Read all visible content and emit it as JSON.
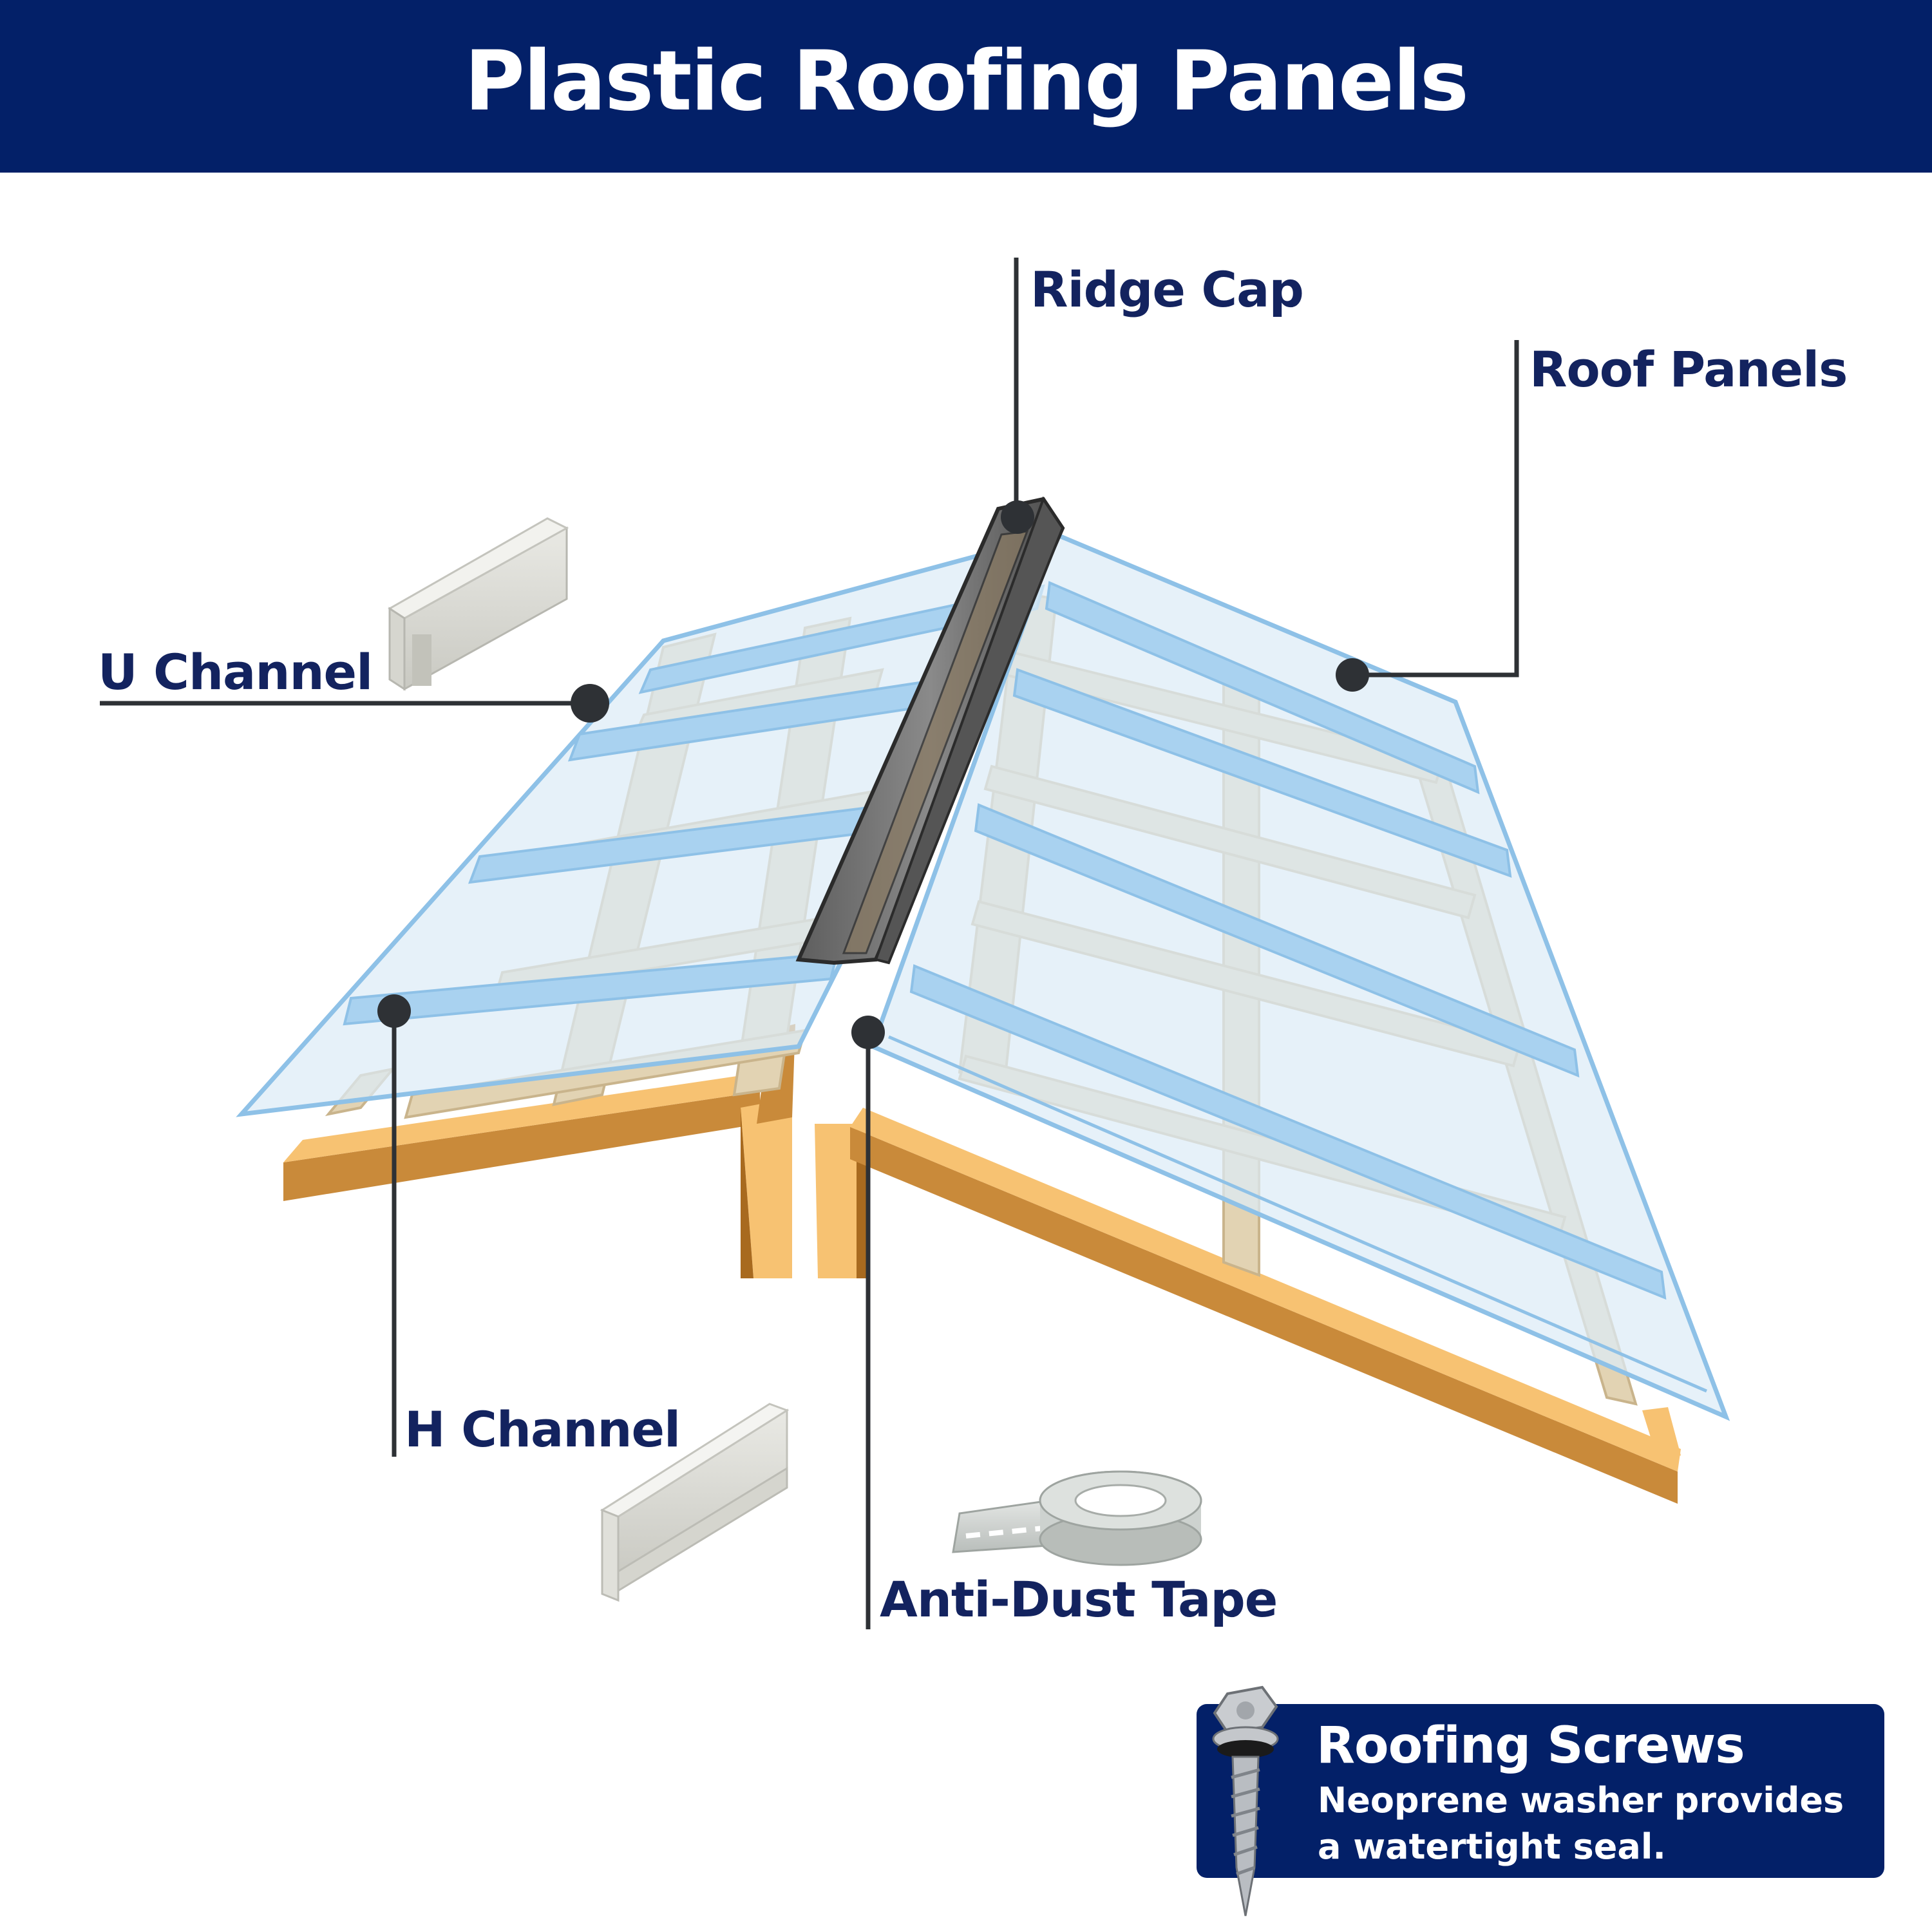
{
  "title": "Plastic Roofing Panels",
  "colors": {
    "header": "#032068",
    "label": "#13235f",
    "leader": "#2e3135",
    "wood": "#f7c272",
    "wood_shadow": "#c98a3a",
    "inner_frame": "#e2d3b3",
    "panel_fill": "#dcecf7",
    "panel_edge": "#8ec1e7",
    "ridge_cap": "#6b6b6b"
  },
  "callouts": {
    "ridge_cap": "Ridge Cap",
    "roof_panels": "Roof Panels",
    "u_channel": "U Channel",
    "h_channel": "H Channel",
    "anti_dust_tape": "Anti-Dust Tape"
  },
  "screws": {
    "title": "Roofing Screws",
    "description": "Neoprene washer provides a watertight seal.",
    "icon": "roofing-screw-icon"
  },
  "accessory_icons": [
    "u-channel-icon",
    "h-channel-icon",
    "tape-roll-icon"
  ]
}
